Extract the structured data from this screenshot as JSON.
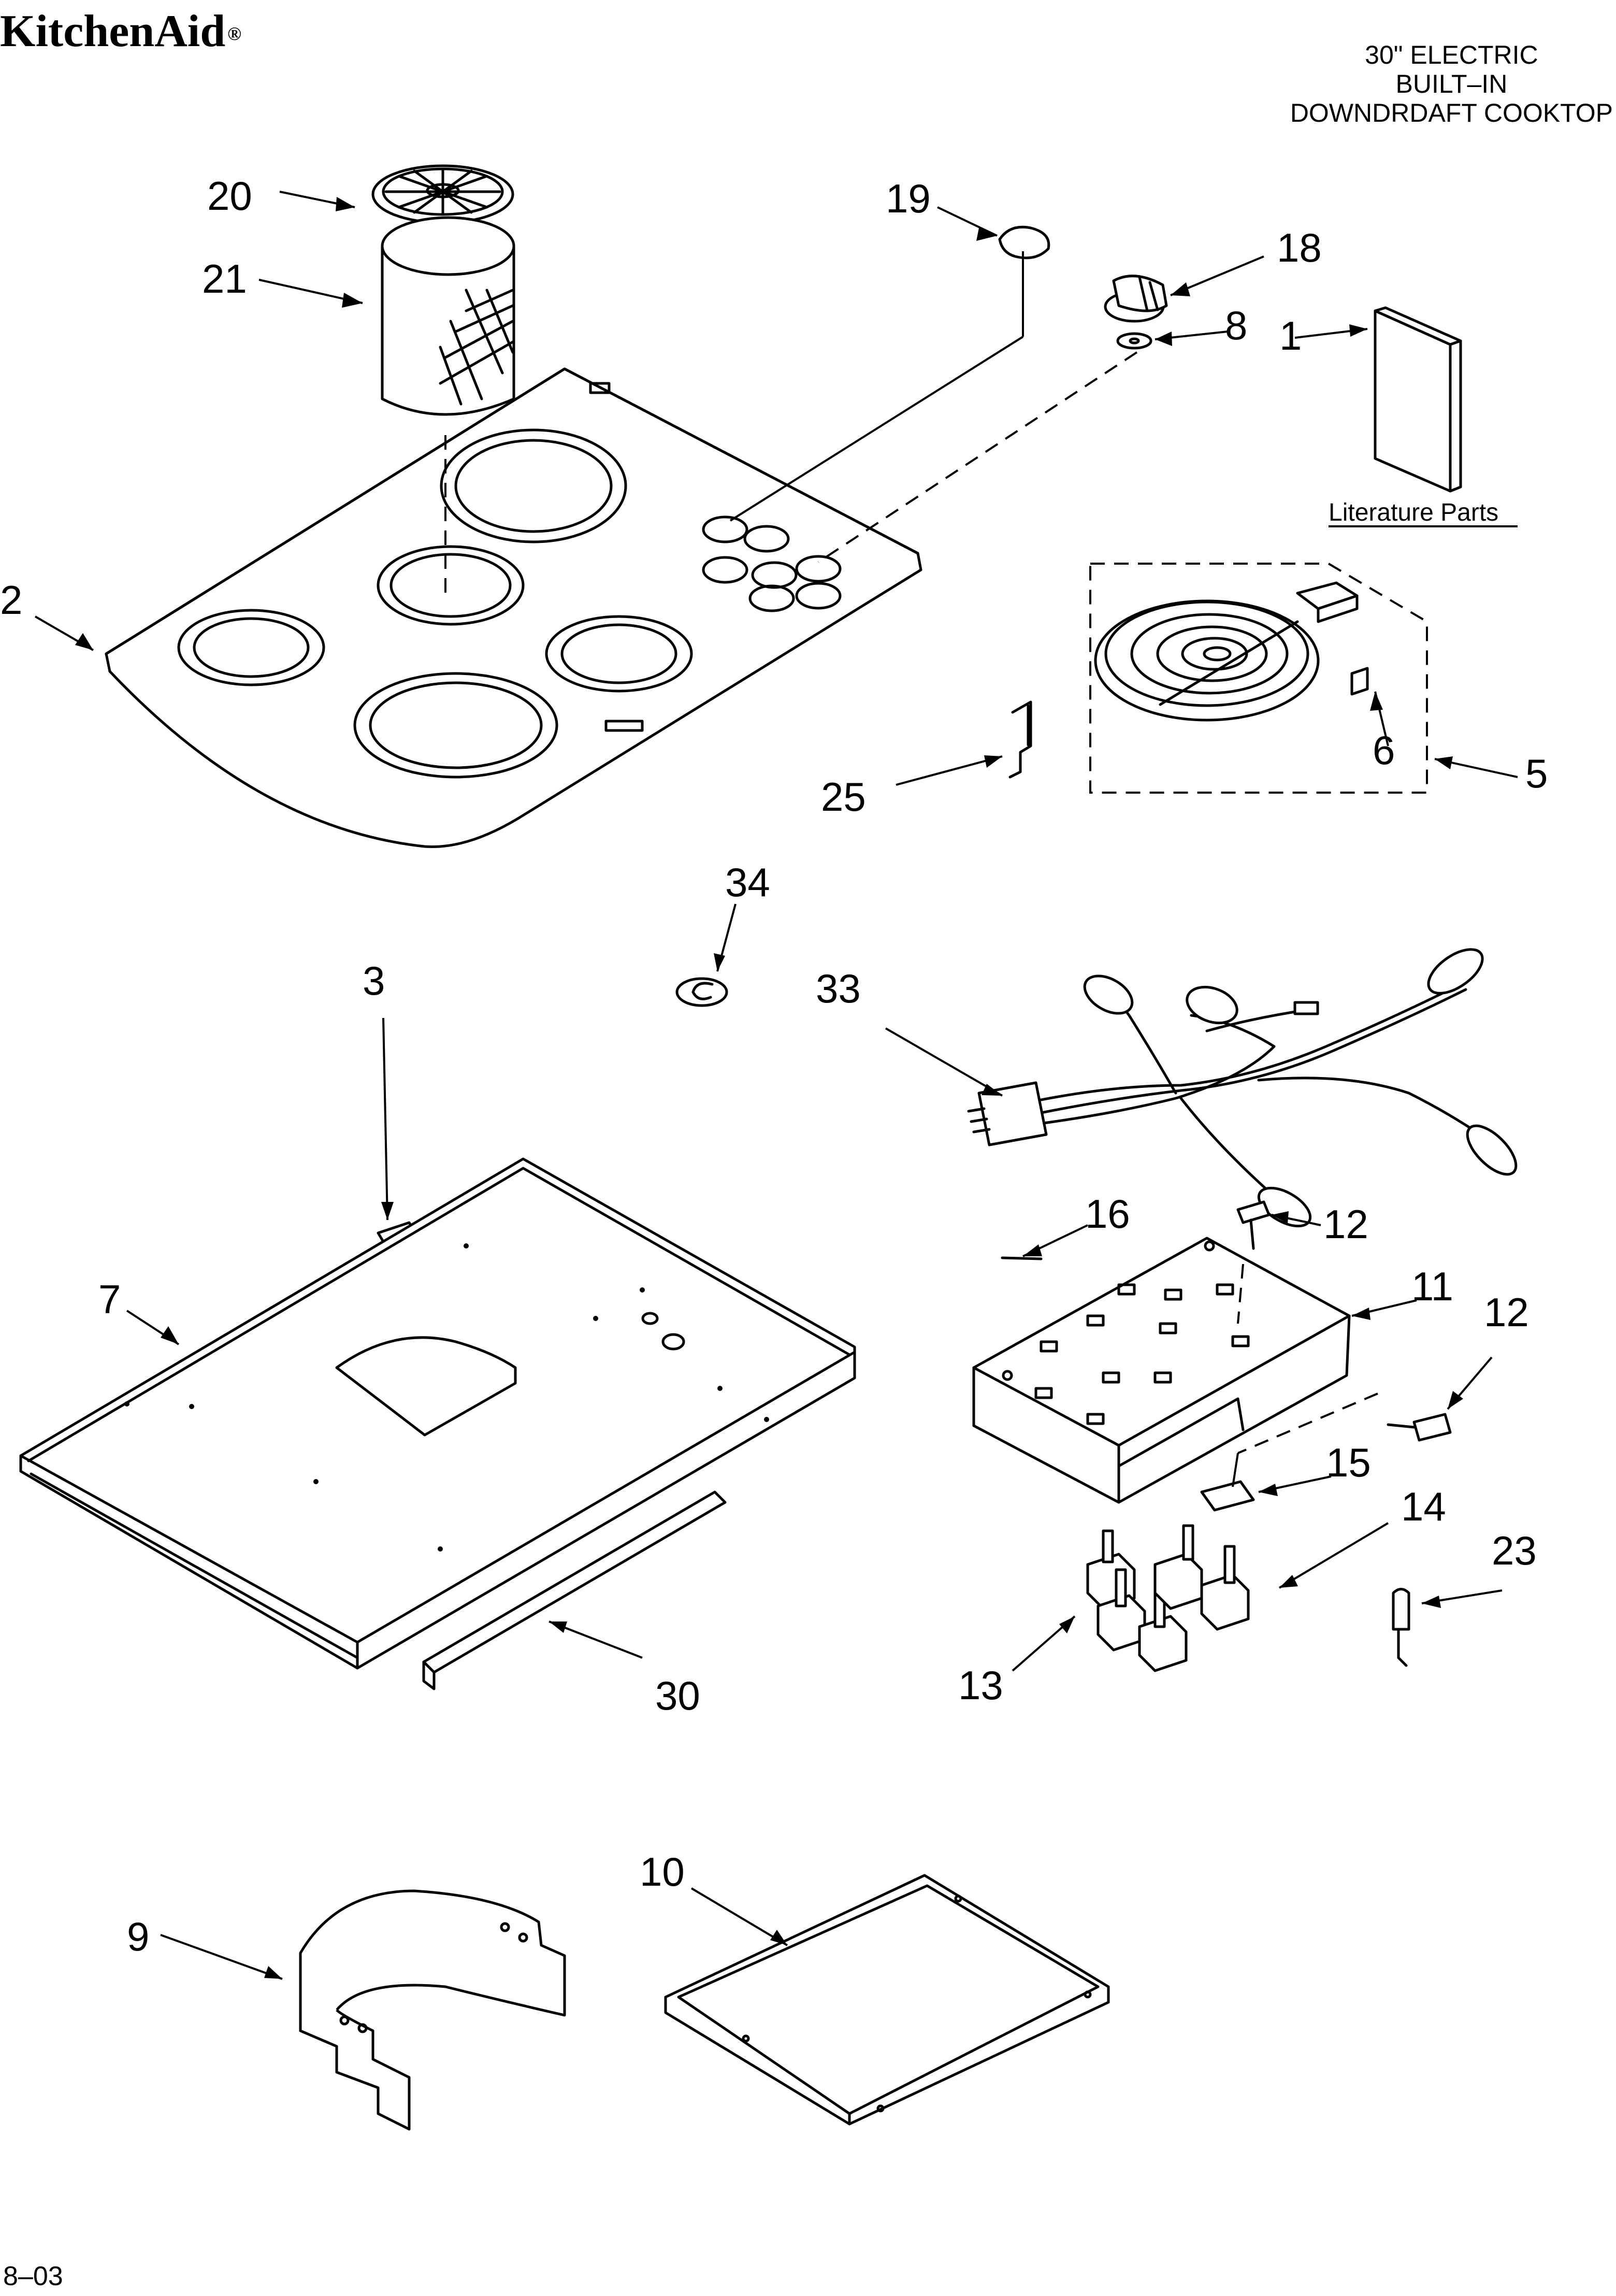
{
  "header": {
    "brand": "KitchenAid",
    "brand_mark": "®",
    "title_lines": [
      "30\" ELECTRIC",
      "BUILT–IN",
      "DOWNDRDAFT COOKTOP"
    ]
  },
  "literature_label": "Literature Parts",
  "callouts": {
    "c1": "1",
    "c2": "2",
    "c3": "3",
    "c5": "5",
    "c6": "6",
    "c7": "7",
    "c8": "8",
    "c9": "9",
    "c10": "10",
    "c11": "11",
    "c12a": "12",
    "c12b": "12",
    "c13": "13",
    "c14": "14",
    "c15": "15",
    "c16": "16",
    "c18": "18",
    "c19": "19",
    "c20": "20",
    "c21": "21",
    "c23": "23",
    "c25": "25",
    "c30": "30",
    "c33": "33",
    "c34": "34"
  },
  "footer": {
    "date_code": "8–03"
  }
}
